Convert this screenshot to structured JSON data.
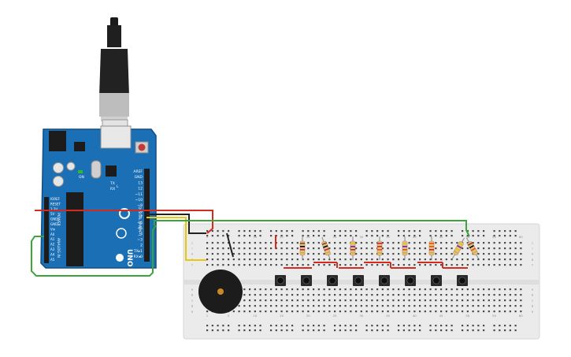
{
  "canvas": {
    "background": "#ffffff"
  },
  "arduino": {
    "board_color": "#1b6fb4",
    "logo": "UNO",
    "on_label": "ON",
    "header_right": [
      "AREF",
      "GND",
      "13",
      "12",
      "~11",
      "~10",
      "~9",
      "8",
      "7",
      "~6",
      "~5",
      "4",
      "~3",
      "2",
      "TX▸1",
      "RX◂0"
    ],
    "header_left": [
      "IOREF",
      "RESET",
      "3.3V",
      "5V",
      "GND",
      "GND",
      "Vin",
      "A0",
      "A1",
      "A2",
      "A3",
      "A4",
      "A5"
    ],
    "digital_label": "DIGITAL (PWM~)",
    "power_label": "POWER",
    "analog_label": "ANALOG IN",
    "tx_label": "TX",
    "rx_label": "RX",
    "l_label": "L"
  },
  "breadboard": {
    "color": "#ebebeb",
    "row_letters_top": [
      "j",
      "i",
      "h",
      "g",
      "f"
    ],
    "row_letters_bottom": [
      "e",
      "d",
      "c",
      "b",
      "a"
    ],
    "column_numbers": [
      "1",
      "5",
      "10",
      "15",
      "20",
      "25",
      "30",
      "35",
      "40",
      "45",
      "50",
      "55",
      "60"
    ]
  },
  "buzzer": {
    "name": "piezo buzzer"
  },
  "buttons": {
    "count": 8
  },
  "resistors": {
    "count": 8
  },
  "wires": {
    "colors": {
      "red": "#d42a1f",
      "black": "#222222",
      "yellow": "#e6c80e",
      "green": "#3aa63a"
    }
  }
}
